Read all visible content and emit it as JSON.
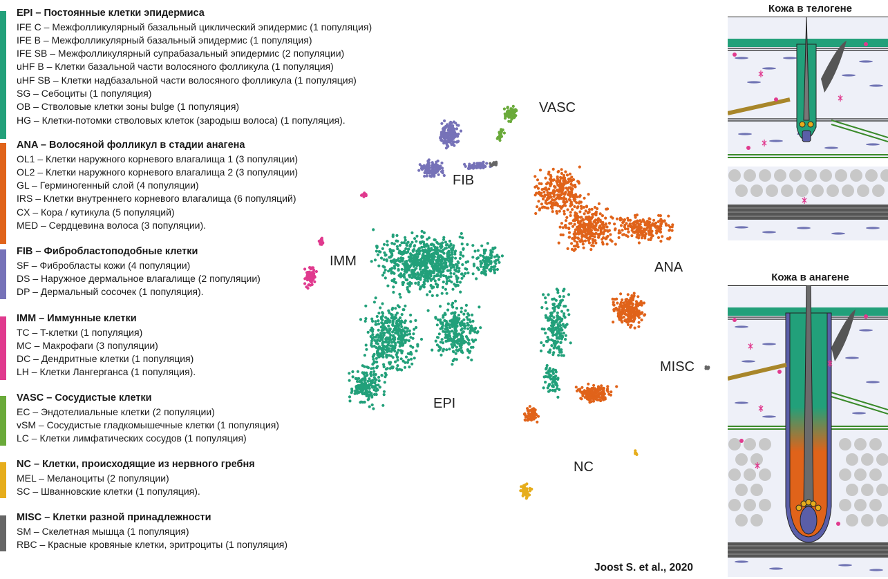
{
  "groups": [
    {
      "key": "EPI",
      "title": "EPI – Постоянные клетки эпидермиса",
      "color": "#22a07a",
      "items": [
        "IFE C – Межфолликулярный базальный циклический эпидермис (1 популяция)",
        "IFE B – Межфолликулярный базальный эпидермис (1 популяция)",
        "IFE SB – Межфолликулярный супрабазальный эпидермис (2 популяции)",
        "uHF B – Клетки базальной части волосяного фолликула (1 популяция)",
        "uHF SB – Клетки надбазальной части волосяного фолликула (1 популяция)",
        "SG – Себоциты (1 популяция)",
        "OB – Стволовые клетки зоны bulge (1 популяция)",
        "HG – Клетки-потомки стволовых клеток (зародыш волоса) (1 популяция)."
      ]
    },
    {
      "key": "ANA",
      "title": "ANA – Волосяной фолликул в стадии анагена",
      "color": "#e0631a",
      "items": [
        "OL1 – Клетки наружного корневого влагалища 1 (3 популяции)",
        "OL2 – Клетки наружного корневого влагалища 2 (3 популяции)",
        "GL – Герминогенный слой (4 популяции)",
        "IRS – Клетки внутреннего корневого влагалища (6 популяций)",
        "CX – Кора / кутикула (5 популяций)",
        "MED – Сердцевина волоса (3 популяции)."
      ]
    },
    {
      "key": "FIB",
      "title": "FIB – Фибробластоподобные клетки",
      "color": "#7672b8",
      "items": [
        "SF – Фибробласты кожи (4 популяции)",
        "DS – Наружное дермальное влагалище (2 популяции)",
        "DP – Дермальный сосочек (1 популяция)."
      ]
    },
    {
      "key": "IMM",
      "title": "IMM – Иммунные клетки",
      "color": "#e03a8e",
      "items": [
        "TC – T-клетки (1 популяция)",
        "MC – Макрофаги (3 популяции)",
        "DC – Дендритные клетки (1 популяция)",
        "LH – Клетки Лангерганса (1 популяция)."
      ]
    },
    {
      "key": "VASC",
      "title": "VASC – Сосудистые клетки",
      "color": "#6aaa3a",
      "items": [
        "EC – Эндотелиальные клетки (2 популяции)",
        "vSM – Сосудистые гладкомышечные клетки (1 популяция)",
        "LC – Клетки лимфатических сосудов (1 популяция)"
      ]
    },
    {
      "key": "NC",
      "title": "NC – Клетки, происходящие из нервного гребня",
      "color": "#e6ad1c",
      "items": [
        "MEL – Меланоциты (2 популяции)",
        "SC – Шванновские клетки (1 популяция)."
      ]
    },
    {
      "key": "MISC",
      "title": "MISC – Клетки разной принадлежности",
      "color": "#666666",
      "items": [
        "SM – Скелетная мышца (1 популяция)",
        "RBC – Красные кровяные клетки, эритроциты (1 популяция)"
      ]
    }
  ],
  "cluster_labels": {
    "VASC": "VASC",
    "FIB": "FIB",
    "IMM": "IMM",
    "ANA": "ANA",
    "EPI": "EPI",
    "MISC": "MISC",
    "NC": "NC"
  },
  "panels": {
    "telogen": "Кожа в телогене",
    "anagen": "Кожа в анагене"
  },
  "citation": "Joost S. et al., 2020"
}
